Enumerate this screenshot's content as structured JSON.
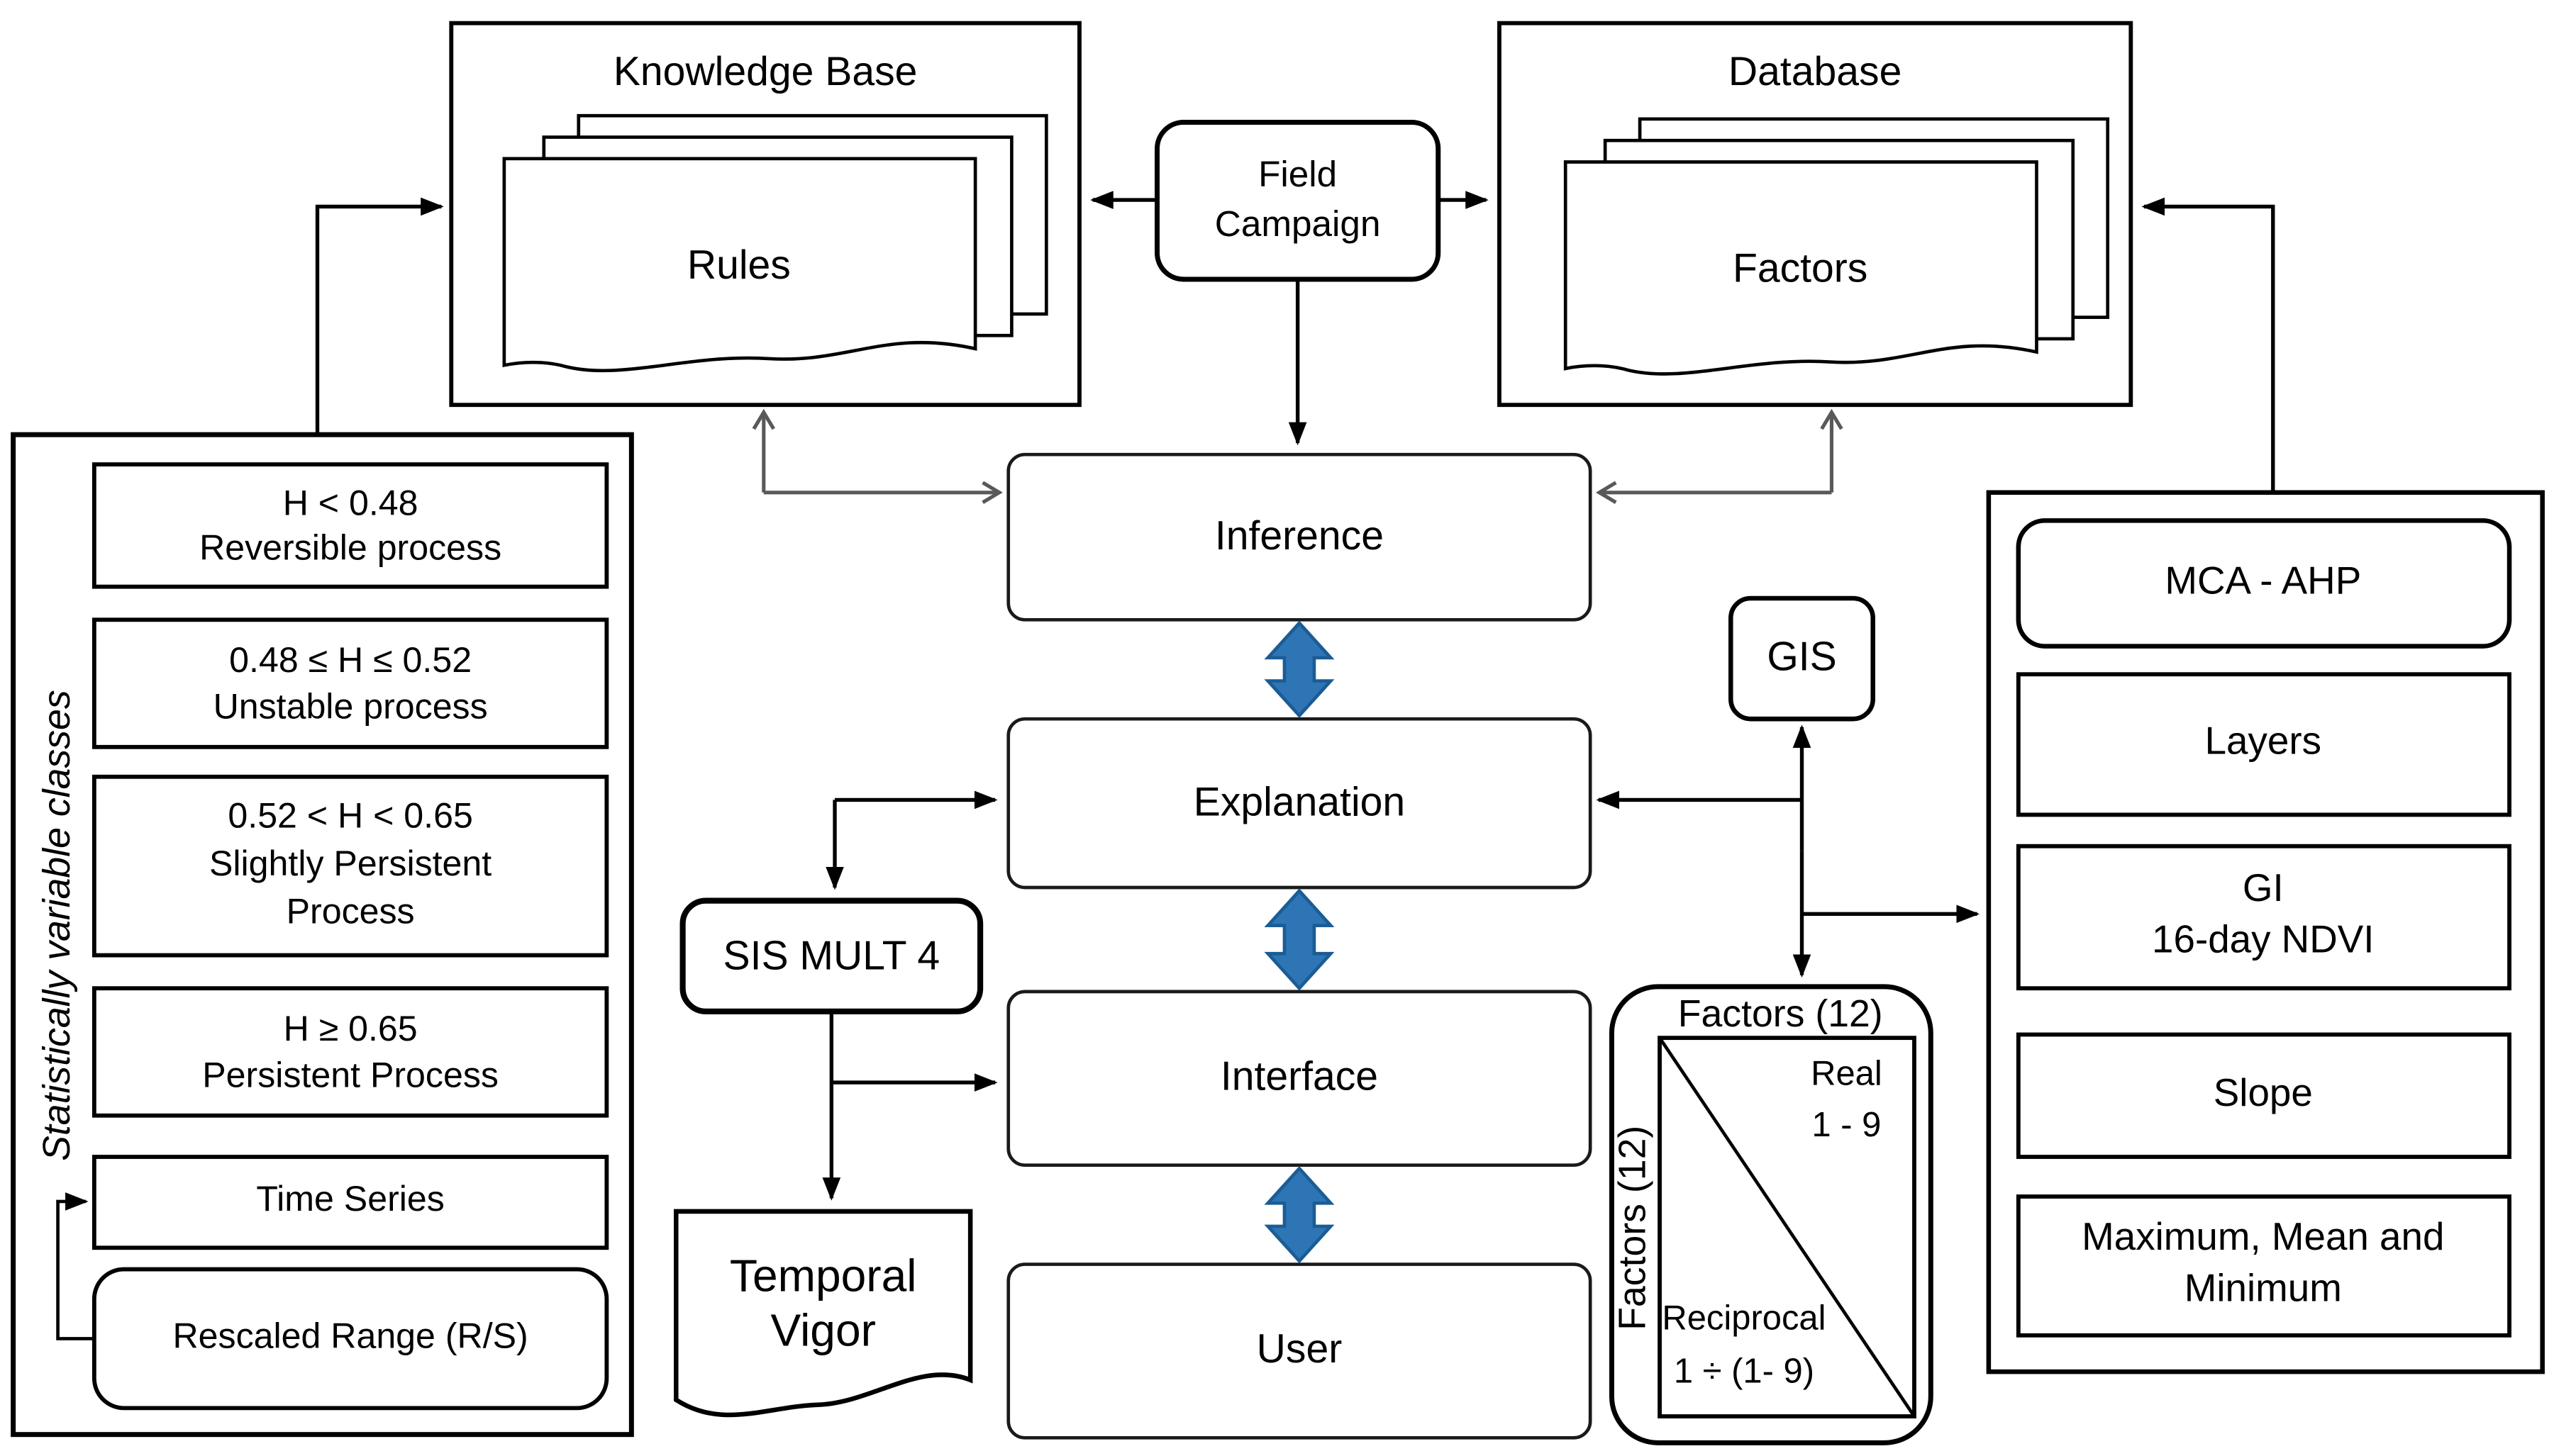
{
  "diagram": {
    "knowledge_base": {
      "title": "Knowledge Base",
      "doc_label": "Rules"
    },
    "database": {
      "title": "Database",
      "doc_label": "Factors"
    },
    "field_campaign": {
      "line1": "Field",
      "line2": "Campaign"
    },
    "pipeline": {
      "inference": "Inference",
      "explanation": "Explanation",
      "interface": "Interface",
      "user": "User"
    },
    "left_panel": {
      "rotated_label": "Statistically variable classes",
      "classes": [
        {
          "line1": "H < 0.48",
          "line2": "Reversible process"
        },
        {
          "line1": "0.48 ≤ H ≤ 0.52",
          "line2": "Unstable process"
        },
        {
          "line1": "0.52 < H < 0.65",
          "line2": "Slightly Persistent",
          "line3": "Process"
        },
        {
          "line1": "H ≥ 0.65",
          "line2": "Persistent Process"
        }
      ],
      "time_series": "Time Series",
      "rescaled_range": "Rescaled Range (R/S)"
    },
    "sis_mult": "SIS MULT 4",
    "temporal_vigor": {
      "line1": "Temporal",
      "line2": "Vigor"
    },
    "gis": "GIS",
    "factors_matrix": {
      "title": "Factors (12)",
      "rotated_label": "Factors (12)",
      "upper_line1": "Real",
      "upper_line2": "1 - 9",
      "lower_line1": "Reciprocal",
      "lower_line2": "1 ÷ (1- 9)"
    },
    "right_panel": {
      "mca_ahp": "MCA - AHP",
      "layers": "Layers",
      "gi_line1": "GI",
      "gi_line2": "16-day NDVI",
      "slope": "Slope",
      "max_line1": "Maximum, Mean and",
      "max_line2": "Minimum"
    },
    "colors": {
      "accent_blue": "#2E75B6",
      "accent_blue_dark": "#1B5C94",
      "connector_gray": "#595959",
      "line_black": "#000000"
    }
  }
}
